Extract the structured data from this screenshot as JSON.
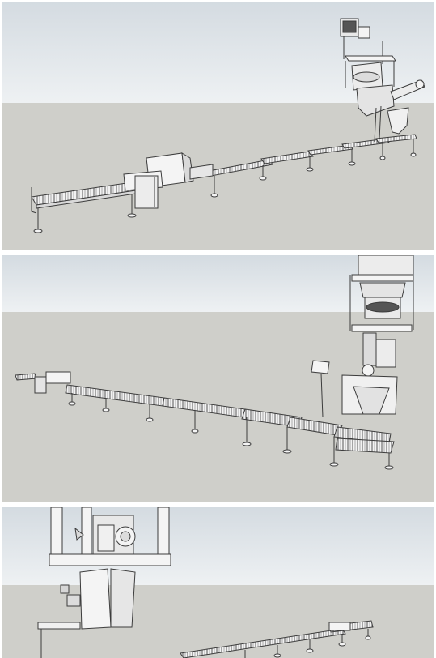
{
  "colors": {
    "sky_top": "#dde3e8",
    "sky_bottom": "#eef1f3",
    "ground": "#cfcfca",
    "metal": "#f4f4f4",
    "metal_shade": "#d9d9d9",
    "outline": "#3c3c3c",
    "divider": "#ffffff"
  },
  "panels": [
    {
      "view": "far-perspective",
      "subject": "conveyor-line-with-filling-station"
    },
    {
      "view": "side-perspective",
      "subject": "conveyor-line-with-filling-station"
    },
    {
      "view": "close-up",
      "subject": "filling-station-frame"
    }
  ]
}
